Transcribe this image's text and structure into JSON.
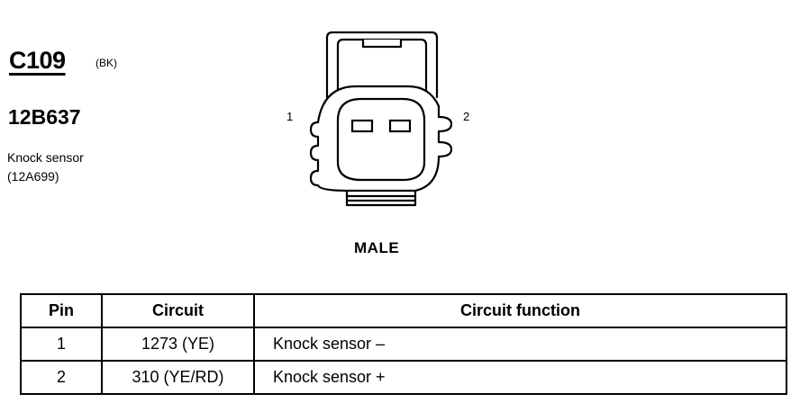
{
  "connector": {
    "id": "C109",
    "color": "(BK)",
    "part_number": "12B637",
    "component_name": "Knock sensor",
    "component_ref": "(12A699)"
  },
  "diagram": {
    "pin_labels": [
      "1",
      "2"
    ],
    "gender": "MALE"
  },
  "table": {
    "headers": [
      "Pin",
      "Circuit",
      "Circuit function"
    ],
    "rows": [
      {
        "pin": "1",
        "circuit": "1273 (YE)",
        "function": "Knock sensor  –"
      },
      {
        "pin": "2",
        "circuit": "310 (YE/RD)",
        "function": "Knock sensor  +"
      }
    ]
  }
}
